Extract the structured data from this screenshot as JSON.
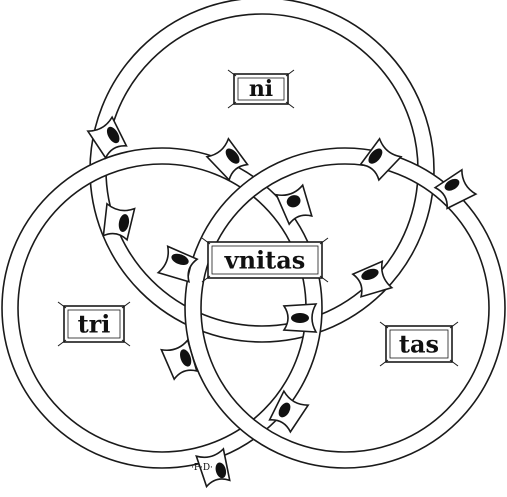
{
  "diagram": {
    "labels": {
      "top": "ni",
      "center": "vnitas",
      "left": "tri",
      "right": "tas"
    },
    "monogram": "·P·D·"
  }
}
